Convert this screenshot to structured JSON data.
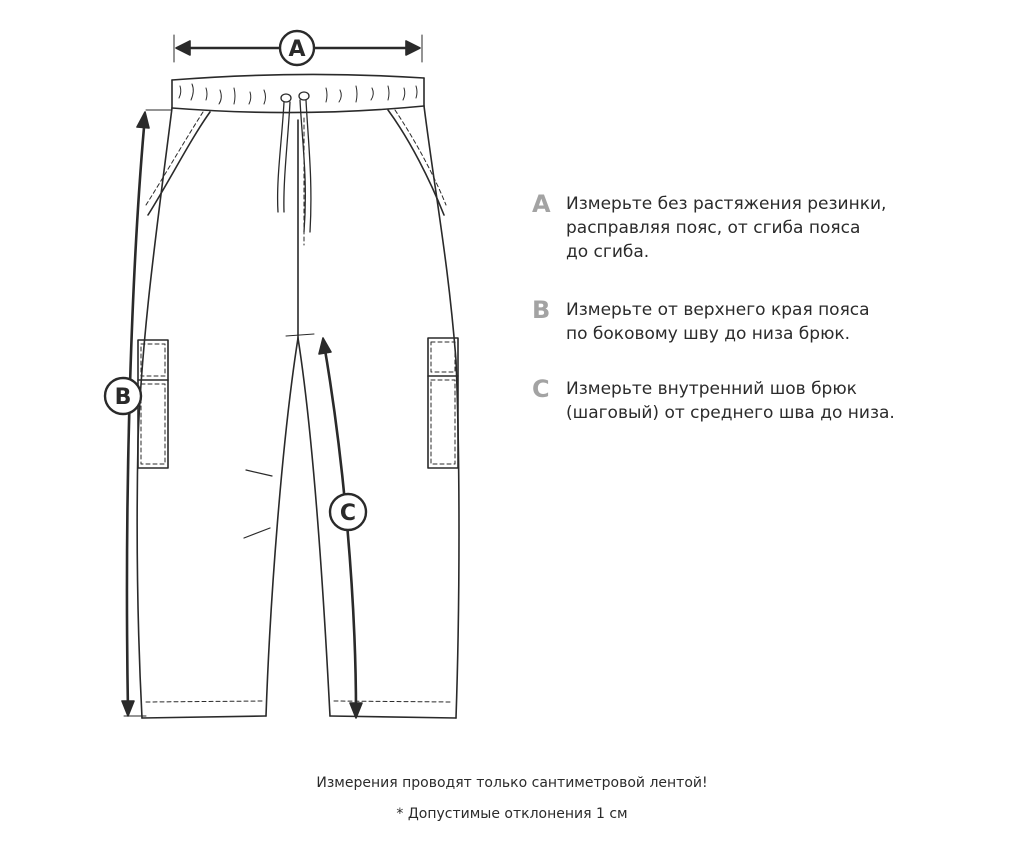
{
  "markers": {
    "a": "A",
    "b": "B",
    "c": "C"
  },
  "legend": [
    {
      "letter": "A",
      "text": "Измерьте без растяжения резинки,\nрасправляя пояс, от сгиба пояса\nдо сгиба."
    },
    {
      "letter": "B",
      "text": "Измерьте от верхнего края пояса\nпо боковому шву до низа брюк."
    },
    {
      "letter": "C",
      "text": "Измерьте внутренний шов брюк\n(шаговый) от среднего шва до низа."
    }
  ],
  "notes": {
    "line1": "Измерения проводят только сантиметровой лентой!",
    "line2": "* Допустимые отклонения 1 см"
  },
  "colors": {
    "line": "#2a2a2a",
    "letter_gray": "#a3a3a3",
    "marker_fill": "#ffffff"
  }
}
